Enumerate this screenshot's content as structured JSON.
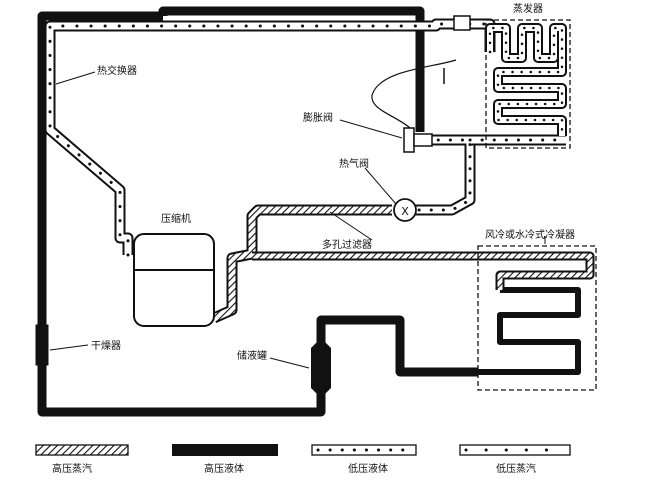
{
  "labels": {
    "heat_exchanger": "热交换器",
    "evaporator": "蒸发器",
    "expansion_valve": "膨胀阀",
    "hot_gas_valve": "热气阀",
    "compressor": "压缩机",
    "porous_filter": "多孔过滤器",
    "condenser": "风冷或水冷式冷凝器",
    "dryer": "干燥器",
    "receiver": "储液罐"
  },
  "legend": [
    {
      "key": "hp_vapor",
      "label": "高压蒸汽"
    },
    {
      "key": "hp_liquid",
      "label": "高压液体"
    },
    {
      "key": "lp_liquid",
      "label": "低压液体"
    },
    {
      "key": "lp_vapor",
      "label": "低压蒸汽"
    }
  ],
  "valve_symbol": "X"
}
